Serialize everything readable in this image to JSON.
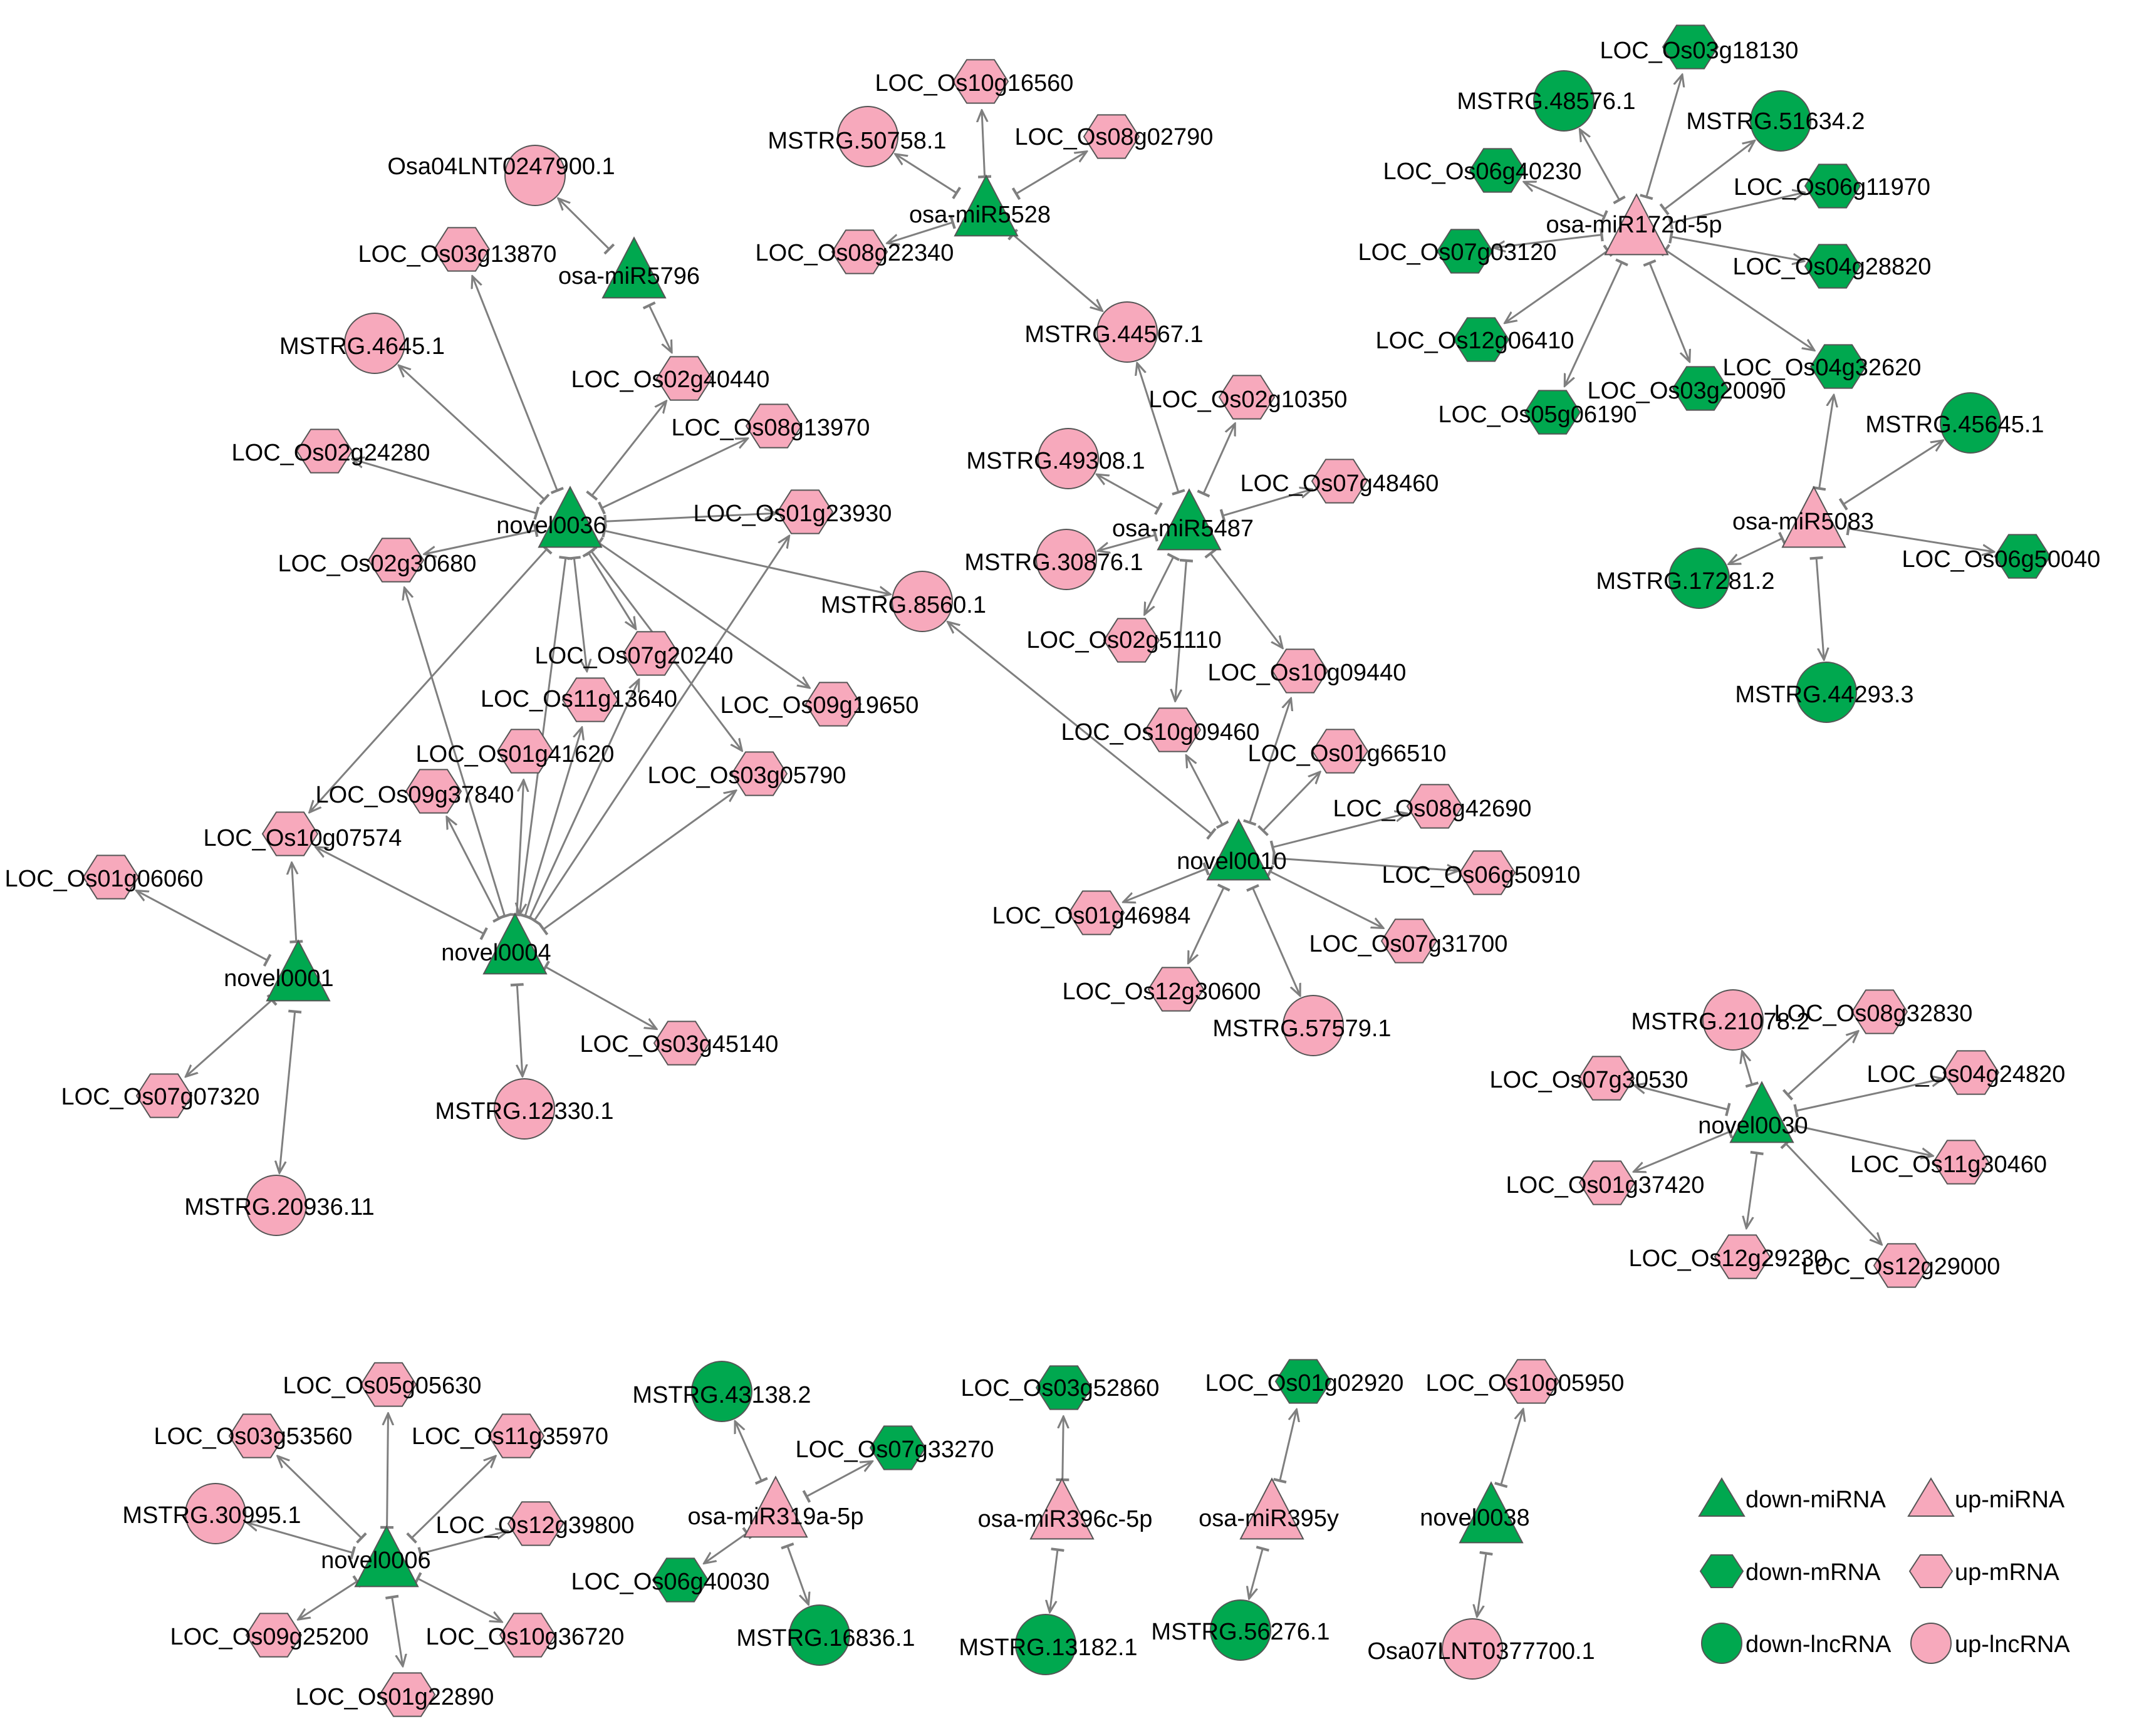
{
  "colors": {
    "down": "#00a84f",
    "up": "#f7a9bc",
    "edge": "#7f7f7f",
    "stroke": "#555555"
  },
  "legend": [
    {
      "type": "down-miRNA",
      "label": "down-miRNA",
      "shape": "triangle",
      "reg": "down"
    },
    {
      "type": "up-miRNA",
      "label": "up-miRNA",
      "shape": "triangle",
      "reg": "up"
    },
    {
      "type": "down-mRNA",
      "label": "down-mRNA",
      "shape": "hexagon",
      "reg": "down"
    },
    {
      "type": "up-mRNA",
      "label": "up-mRNA",
      "shape": "hexagon",
      "reg": "up"
    },
    {
      "type": "down-lncRNA",
      "label": "down-lncRNA",
      "shape": "circle",
      "reg": "down"
    },
    {
      "type": "up-lncRNA",
      "label": "up-lncRNA",
      "shape": "circle",
      "reg": "up"
    }
  ],
  "nodes": [
    {
      "id": "novel0036",
      "label": "novel0036",
      "shape": "triangle",
      "reg": "down"
    },
    {
      "id": "novel0004",
      "label": "novel0004",
      "shape": "triangle",
      "reg": "down"
    },
    {
      "id": "novel0001",
      "label": "novel0001",
      "shape": "triangle",
      "reg": "down"
    },
    {
      "id": "osa-miR5796",
      "label": "osa-miR5796",
      "shape": "triangle",
      "reg": "down"
    },
    {
      "id": "osa-miR5528",
      "label": "osa-miR5528",
      "shape": "triangle",
      "reg": "down"
    },
    {
      "id": "osa-miR5487",
      "label": "osa-miR5487",
      "shape": "triangle",
      "reg": "down"
    },
    {
      "id": "novel0010",
      "label": "novel0010",
      "shape": "triangle",
      "reg": "down"
    },
    {
      "id": "osa-miR172d-5p",
      "label": "osa-miR172d-5p",
      "shape": "triangle",
      "reg": "up"
    },
    {
      "id": "osa-miR5083",
      "label": "osa-miR5083",
      "shape": "triangle",
      "reg": "up"
    },
    {
      "id": "novel0030",
      "label": "novel0030",
      "shape": "triangle",
      "reg": "down"
    },
    {
      "id": "novel0006",
      "label": "novel0006",
      "shape": "triangle",
      "reg": "down"
    },
    {
      "id": "osa-miR319a-5p",
      "label": "osa-miR319a-5p",
      "shape": "triangle",
      "reg": "up"
    },
    {
      "id": "osa-miR396c-5p",
      "label": "osa-miR396c-5p",
      "shape": "triangle",
      "reg": "up"
    },
    {
      "id": "osa-miR395y",
      "label": "osa-miR395y",
      "shape": "triangle",
      "reg": "up"
    },
    {
      "id": "novel0038",
      "label": "novel0038",
      "shape": "triangle",
      "reg": "down"
    },
    {
      "id": "Osa04LNT0247900.1",
      "label": "Osa04LNT0247900.1",
      "shape": "circle",
      "reg": "up"
    },
    {
      "id": "LOC_Os03g13870",
      "label": "LOC_Os03g13870",
      "shape": "hexagon",
      "reg": "up"
    },
    {
      "id": "MSTRG.4645.1",
      "label": "MSTRG.4645.1",
      "shape": "circle",
      "reg": "up"
    },
    {
      "id": "LOC_Os02g40440",
      "label": "LOC_Os02g40440",
      "shape": "hexagon",
      "reg": "up"
    },
    {
      "id": "LOC_Os08g13970",
      "label": "LOC_Os08g13970",
      "shape": "hexagon",
      "reg": "up"
    },
    {
      "id": "LOC_Os02g24280",
      "label": "LOC_Os02g24280",
      "shape": "hexagon",
      "reg": "up"
    },
    {
      "id": "LOC_Os01g23930",
      "label": "LOC_Os01g23930",
      "shape": "hexagon",
      "reg": "up"
    },
    {
      "id": "LOC_Os02g30680",
      "label": "LOC_Os02g30680",
      "shape": "hexagon",
      "reg": "up"
    },
    {
      "id": "MSTRG.8560.1",
      "label": "MSTRG.8560.1",
      "shape": "circle",
      "reg": "up"
    },
    {
      "id": "LOC_Os07g20240",
      "label": "LOC_Os07g20240",
      "shape": "hexagon",
      "reg": "up"
    },
    {
      "id": "LOC_Os11g13640",
      "label": "LOC_Os11g13640",
      "shape": "hexagon",
      "reg": "up"
    },
    {
      "id": "LOC_Os09g19650",
      "label": "LOC_Os09g19650",
      "shape": "hexagon",
      "reg": "up"
    },
    {
      "id": "LOC_Os01g41620",
      "label": "LOC_Os01g41620",
      "shape": "hexagon",
      "reg": "up"
    },
    {
      "id": "LOC_Os03g05790",
      "label": "LOC_Os03g05790",
      "shape": "hexagon",
      "reg": "up"
    },
    {
      "id": "LOC_Os09g37840",
      "label": "LOC_Os09g37840",
      "shape": "hexagon",
      "reg": "up"
    },
    {
      "id": "LOC_Os10g07574",
      "label": "LOC_Os10g07574",
      "shape": "hexagon",
      "reg": "up"
    },
    {
      "id": "LOC_Os01g06060",
      "label": "LOC_Os01g06060",
      "shape": "hexagon",
      "reg": "up"
    },
    {
      "id": "LOC_Os07g07320",
      "label": "LOC_Os07g07320",
      "shape": "hexagon",
      "reg": "up"
    },
    {
      "id": "MSTRG.20936.11",
      "label": "MSTRG.20936.11",
      "shape": "circle",
      "reg": "up"
    },
    {
      "id": "LOC_Os03g45140",
      "label": "LOC_Os03g45140",
      "shape": "hexagon",
      "reg": "up"
    },
    {
      "id": "MSTRG.12330.1",
      "label": "MSTRG.12330.1",
      "shape": "circle",
      "reg": "up"
    },
    {
      "id": "LOC_Os10g16560",
      "label": "LOC_Os10g16560",
      "shape": "hexagon",
      "reg": "up"
    },
    {
      "id": "MSTRG.50758.1",
      "label": "MSTRG.50758.1",
      "shape": "circle",
      "reg": "up"
    },
    {
      "id": "LOC_Os08g02790",
      "label": "LOC_Os08g02790",
      "shape": "hexagon",
      "reg": "up"
    },
    {
      "id": "LOC_Os08g22340",
      "label": "LOC_Os08g22340",
      "shape": "hexagon",
      "reg": "up"
    },
    {
      "id": "MSTRG.44567.1",
      "label": "MSTRG.44567.1",
      "shape": "circle",
      "reg": "up"
    },
    {
      "id": "LOC_Os02g10350",
      "label": "LOC_Os02g10350",
      "shape": "hexagon",
      "reg": "up"
    },
    {
      "id": "MSTRG.49308.1",
      "label": "MSTRG.49308.1",
      "shape": "circle",
      "reg": "up"
    },
    {
      "id": "LOC_Os07g48460",
      "label": "LOC_Os07g48460",
      "shape": "hexagon",
      "reg": "up"
    },
    {
      "id": "MSTRG.30876.1",
      "label": "MSTRG.30876.1",
      "shape": "circle",
      "reg": "up"
    },
    {
      "id": "LOC_Os02g51110",
      "label": "LOC_Os02g51110",
      "shape": "hexagon",
      "reg": "up"
    },
    {
      "id": "LOC_Os10g09440",
      "label": "LOC_Os10g09440",
      "shape": "hexagon",
      "reg": "up"
    },
    {
      "id": "LOC_Os10g09460",
      "label": "LOC_Os10g09460",
      "shape": "hexagon",
      "reg": "up"
    },
    {
      "id": "LOC_Os01g66510",
      "label": "LOC_Os01g66510",
      "shape": "hexagon",
      "reg": "up"
    },
    {
      "id": "LOC_Os08g42690",
      "label": "LOC_Os08g42690",
      "shape": "hexagon",
      "reg": "up"
    },
    {
      "id": "LOC_Os06g50910",
      "label": "LOC_Os06g50910",
      "shape": "hexagon",
      "reg": "up"
    },
    {
      "id": "LOC_Os01g46984",
      "label": "LOC_Os01g46984",
      "shape": "hexagon",
      "reg": "up"
    },
    {
      "id": "LOC_Os07g31700",
      "label": "LOC_Os07g31700",
      "shape": "hexagon",
      "reg": "up"
    },
    {
      "id": "LOC_Os12g30600",
      "label": "LOC_Os12g30600",
      "shape": "hexagon",
      "reg": "up"
    },
    {
      "id": "MSTRG.57579.1",
      "label": "MSTRG.57579.1",
      "shape": "circle",
      "reg": "up"
    },
    {
      "id": "LOC_Os03g18130",
      "label": "LOC_Os03g18130",
      "shape": "hexagon",
      "reg": "down"
    },
    {
      "id": "MSTRG.48576.1",
      "label": "MSTRG.48576.1",
      "shape": "circle",
      "reg": "down"
    },
    {
      "id": "MSTRG.51634.2",
      "label": "MSTRG.51634.2",
      "shape": "circle",
      "reg": "down"
    },
    {
      "id": "LOC_Os06g40230",
      "label": "LOC_Os06g40230",
      "shape": "hexagon",
      "reg": "down"
    },
    {
      "id": "LOC_Os06g11970",
      "label": "LOC_Os06g11970",
      "shape": "hexagon",
      "reg": "down"
    },
    {
      "id": "LOC_Os07g03120",
      "label": "LOC_Os07g03120",
      "shape": "hexagon",
      "reg": "down"
    },
    {
      "id": "LOC_Os04g28820",
      "label": "LOC_Os04g28820",
      "shape": "hexagon",
      "reg": "down"
    },
    {
      "id": "LOC_Os12g06410",
      "label": "LOC_Os12g06410",
      "shape": "hexagon",
      "reg": "down"
    },
    {
      "id": "LOC_Os04g32620",
      "label": "LOC_Os04g32620",
      "shape": "hexagon",
      "reg": "down"
    },
    {
      "id": "LOC_Os05g06190",
      "label": "LOC_Os05g06190",
      "shape": "hexagon",
      "reg": "down"
    },
    {
      "id": "LOC_Os03g20090",
      "label": "LOC_Os03g20090",
      "shape": "hexagon",
      "reg": "down"
    },
    {
      "id": "MSTRG.45645.1",
      "label": "MSTRG.45645.1",
      "shape": "circle",
      "reg": "down"
    },
    {
      "id": "MSTRG.17281.2",
      "label": "MSTRG.17281.2",
      "shape": "circle",
      "reg": "down"
    },
    {
      "id": "LOC_Os06g50040",
      "label": "LOC_Os06g50040",
      "shape": "hexagon",
      "reg": "down"
    },
    {
      "id": "MSTRG.44293.3",
      "label": "MSTRG.44293.3",
      "shape": "circle",
      "reg": "down"
    },
    {
      "id": "MSTRG.21078.2",
      "label": "MSTRG.21078.2",
      "shape": "circle",
      "reg": "up"
    },
    {
      "id": "LOC_Os08g32830",
      "label": "LOC_Os08g32830",
      "shape": "hexagon",
      "reg": "up"
    },
    {
      "id": "LOC_Os07g30530",
      "label": "LOC_Os07g30530",
      "shape": "hexagon",
      "reg": "up"
    },
    {
      "id": "LOC_Os04g24820",
      "label": "LOC_Os04g24820",
      "shape": "hexagon",
      "reg": "up"
    },
    {
      "id": "LOC_Os11g30460",
      "label": "LOC_Os11g30460",
      "shape": "hexagon",
      "reg": "up"
    },
    {
      "id": "LOC_Os01g37420",
      "label": "LOC_Os01g37420",
      "shape": "hexagon",
      "reg": "up"
    },
    {
      "id": "LOC_Os12g29230",
      "label": "LOC_Os12g29230",
      "shape": "hexagon",
      "reg": "up"
    },
    {
      "id": "LOC_Os12g29000",
      "label": "LOC_Os12g29000",
      "shape": "hexagon",
      "reg": "up"
    },
    {
      "id": "LOC_Os05g05630",
      "label": "LOC_Os05g05630",
      "shape": "hexagon",
      "reg": "up"
    },
    {
      "id": "LOC_Os03g53560",
      "label": "LOC_Os03g53560",
      "shape": "hexagon",
      "reg": "up"
    },
    {
      "id": "LOC_Os11g35970",
      "label": "LOC_Os11g35970",
      "shape": "hexagon",
      "reg": "up"
    },
    {
      "id": "MSTRG.30995.1",
      "label": "MSTRG.30995.1",
      "shape": "circle",
      "reg": "up"
    },
    {
      "id": "LOC_Os12g39800",
      "label": "LOC_Os12g39800",
      "shape": "hexagon",
      "reg": "up"
    },
    {
      "id": "LOC_Os09g25200",
      "label": "LOC_Os09g25200",
      "shape": "hexagon",
      "reg": "up"
    },
    {
      "id": "LOC_Os10g36720",
      "label": "LOC_Os10g36720",
      "shape": "hexagon",
      "reg": "up"
    },
    {
      "id": "LOC_Os01g22890",
      "label": "LOC_Os01g22890",
      "shape": "hexagon",
      "reg": "up"
    },
    {
      "id": "MSTRG.43138.2",
      "label": "MSTRG.43138.2",
      "shape": "circle",
      "reg": "down"
    },
    {
      "id": "LOC_Os07g33270",
      "label": "LOC_Os07g33270",
      "shape": "hexagon",
      "reg": "down"
    },
    {
      "id": "LOC_Os06g40030",
      "label": "LOC_Os06g40030",
      "shape": "hexagon",
      "reg": "down"
    },
    {
      "id": "MSTRG.16836.1",
      "label": "MSTRG.16836.1",
      "shape": "circle",
      "reg": "down"
    },
    {
      "id": "LOC_Os03g52860",
      "label": "LOC_Os03g52860",
      "shape": "hexagon",
      "reg": "down"
    },
    {
      "id": "MSTRG.13182.1",
      "label": "MSTRG.13182.1",
      "shape": "circle",
      "reg": "down"
    },
    {
      "id": "LOC_Os01g02920",
      "label": "LOC_Os01g02920",
      "shape": "hexagon",
      "reg": "down"
    },
    {
      "id": "MSTRG.56276.1",
      "label": "MSTRG.56276.1",
      "shape": "circle",
      "reg": "down"
    },
    {
      "id": "LOC_Os10g05950",
      "label": "LOC_Os10g05950",
      "shape": "hexagon",
      "reg": "up"
    },
    {
      "id": "Osa07LNT0377700.1",
      "label": "Osa07LNT0377700.1",
      "shape": "circle",
      "reg": "up"
    }
  ],
  "edges": [
    [
      "osa-miR5796",
      "Osa04LNT0247900.1"
    ],
    [
      "osa-miR5796",
      "LOC_Os02g40440"
    ],
    [
      "novel0036",
      "LOC_Os03g13870"
    ],
    [
      "novel0036",
      "MSTRG.4645.1"
    ],
    [
      "novel0036",
      "LOC_Os02g40440"
    ],
    [
      "novel0036",
      "LOC_Os08g13970"
    ],
    [
      "novel0036",
      "LOC_Os02g24280"
    ],
    [
      "novel0036",
      "LOC_Os01g23930"
    ],
    [
      "novel0036",
      "LOC_Os02g30680"
    ],
    [
      "novel0036",
      "MSTRG.8560.1"
    ],
    [
      "novel0036",
      "LOC_Os07g20240"
    ],
    [
      "novel0036",
      "LOC_Os11g13640"
    ],
    [
      "novel0036",
      "LOC_Os09g19650"
    ],
    [
      "novel0036",
      "LOC_Os03g05790"
    ],
    [
      "novel0036",
      "LOC_Os10g07574"
    ],
    [
      "novel0036",
      "novel0004"
    ],
    [
      "novel0004",
      "LOC_Os02g30680"
    ],
    [
      "novel0004",
      "LOC_Os01g23930"
    ],
    [
      "novel0004",
      "LOC_Os07g20240"
    ],
    [
      "novel0004",
      "LOC_Os11g13640"
    ],
    [
      "novel0004",
      "LOC_Os01g41620"
    ],
    [
      "novel0004",
      "LOC_Os03g05790"
    ],
    [
      "novel0004",
      "LOC_Os09g37840"
    ],
    [
      "novel0004",
      "LOC_Os10g07574"
    ],
    [
      "novel0004",
      "LOC_Os03g45140"
    ],
    [
      "novel0004",
      "MSTRG.12330.1"
    ],
    [
      "novel0001",
      "LOC_Os10g07574"
    ],
    [
      "novel0001",
      "LOC_Os01g06060"
    ],
    [
      "novel0001",
      "LOC_Os07g07320"
    ],
    [
      "novel0001",
      "MSTRG.20936.11"
    ],
    [
      "osa-miR5528",
      "LOC_Os10g16560"
    ],
    [
      "osa-miR5528",
      "MSTRG.50758.1"
    ],
    [
      "osa-miR5528",
      "LOC_Os08g02790"
    ],
    [
      "osa-miR5528",
      "LOC_Os08g22340"
    ],
    [
      "osa-miR5528",
      "MSTRG.44567.1"
    ],
    [
      "osa-miR5487",
      "MSTRG.44567.1"
    ],
    [
      "osa-miR5487",
      "LOC_Os02g10350"
    ],
    [
      "osa-miR5487",
      "MSTRG.49308.1"
    ],
    [
      "osa-miR5487",
      "LOC_Os07g48460"
    ],
    [
      "osa-miR5487",
      "MSTRG.30876.1"
    ],
    [
      "osa-miR5487",
      "LOC_Os02g51110"
    ],
    [
      "osa-miR5487",
      "LOC_Os10g09440"
    ],
    [
      "osa-miR5487",
      "LOC_Os10g09460"
    ],
    [
      "novel0010",
      "MSTRG.8560.1"
    ],
    [
      "novel0010",
      "LOC_Os10g09460"
    ],
    [
      "novel0010",
      "LOC_Os10g09440"
    ],
    [
      "novel0010",
      "LOC_Os01g66510"
    ],
    [
      "novel0010",
      "LOC_Os08g42690"
    ],
    [
      "novel0010",
      "LOC_Os06g50910"
    ],
    [
      "novel0010",
      "LOC_Os01g46984"
    ],
    [
      "novel0010",
      "LOC_Os07g31700"
    ],
    [
      "novel0010",
      "LOC_Os12g30600"
    ],
    [
      "novel0010",
      "MSTRG.57579.1"
    ],
    [
      "osa-miR172d-5p",
      "LOC_Os03g18130"
    ],
    [
      "osa-miR172d-5p",
      "MSTRG.48576.1"
    ],
    [
      "osa-miR172d-5p",
      "MSTRG.51634.2"
    ],
    [
      "osa-miR172d-5p",
      "LOC_Os06g40230"
    ],
    [
      "osa-miR172d-5p",
      "LOC_Os06g11970"
    ],
    [
      "osa-miR172d-5p",
      "LOC_Os07g03120"
    ],
    [
      "osa-miR172d-5p",
      "LOC_Os04g28820"
    ],
    [
      "osa-miR172d-5p",
      "LOC_Os12g06410"
    ],
    [
      "osa-miR172d-5p",
      "LOC_Os04g32620"
    ],
    [
      "osa-miR172d-5p",
      "LOC_Os05g06190"
    ],
    [
      "osa-miR172d-5p",
      "LOC_Os03g20090"
    ],
    [
      "osa-miR5083",
      "LOC_Os04g32620"
    ],
    [
      "osa-miR5083",
      "MSTRG.45645.1"
    ],
    [
      "osa-miR5083",
      "MSTRG.17281.2"
    ],
    [
      "osa-miR5083",
      "LOC_Os06g50040"
    ],
    [
      "osa-miR5083",
      "MSTRG.44293.3"
    ],
    [
      "novel0030",
      "MSTRG.21078.2"
    ],
    [
      "novel0030",
      "LOC_Os08g32830"
    ],
    [
      "novel0030",
      "LOC_Os07g30530"
    ],
    [
      "novel0030",
      "LOC_Os04g24820"
    ],
    [
      "novel0030",
      "LOC_Os11g30460"
    ],
    [
      "novel0030",
      "LOC_Os01g37420"
    ],
    [
      "novel0030",
      "LOC_Os12g29230"
    ],
    [
      "novel0030",
      "LOC_Os12g29000"
    ],
    [
      "novel0006",
      "LOC_Os05g05630"
    ],
    [
      "novel0006",
      "LOC_Os03g53560"
    ],
    [
      "novel0006",
      "LOC_Os11g35970"
    ],
    [
      "novel0006",
      "MSTRG.30995.1"
    ],
    [
      "novel0006",
      "LOC_Os12g39800"
    ],
    [
      "novel0006",
      "LOC_Os09g25200"
    ],
    [
      "novel0006",
      "LOC_Os10g36720"
    ],
    [
      "novel0006",
      "LOC_Os01g22890"
    ],
    [
      "osa-miR319a-5p",
      "MSTRG.43138.2"
    ],
    [
      "osa-miR319a-5p",
      "LOC_Os07g33270"
    ],
    [
      "osa-miR319a-5p",
      "LOC_Os06g40030"
    ],
    [
      "osa-miR319a-5p",
      "MSTRG.16836.1"
    ],
    [
      "osa-miR396c-5p",
      "LOC_Os03g52860"
    ],
    [
      "osa-miR396c-5p",
      "MSTRG.13182.1"
    ],
    [
      "osa-miR395y",
      "LOC_Os01g02920"
    ],
    [
      "osa-miR395y",
      "MSTRG.56276.1"
    ],
    [
      "novel0038",
      "LOC_Os10g05950"
    ],
    [
      "novel0038",
      "Osa07LNT0377700.1"
    ]
  ]
}
